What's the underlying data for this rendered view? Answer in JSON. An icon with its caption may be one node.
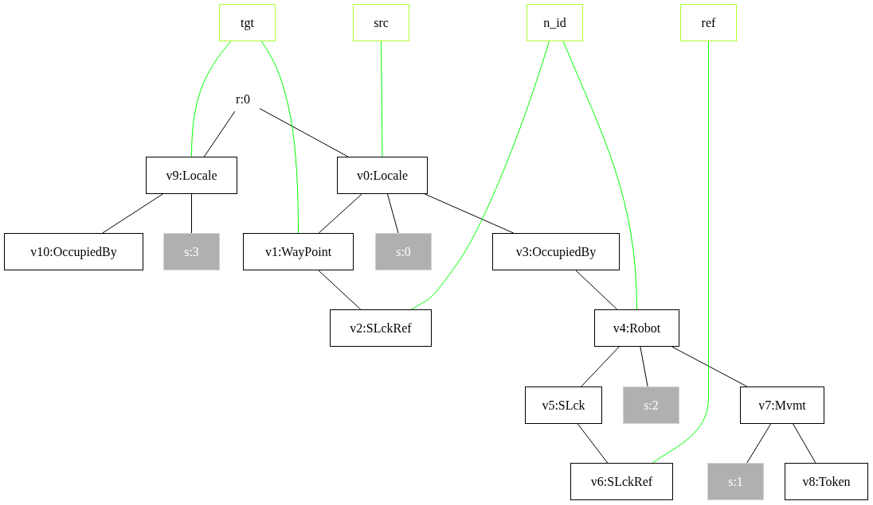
{
  "diagram": {
    "nodes": [
      {
        "text": [
          "tgt"
        ]
      },
      {
        "text": [
          "src"
        ]
      },
      {
        "text": [
          "n_id"
        ]
      },
      {
        "text": [
          "ref"
        ]
      },
      {
        "text": [
          "r:0"
        ]
      },
      {
        "text": [
          "v9:Locale"
        ]
      },
      {
        "text": [
          "v0:Locale"
        ]
      },
      {
        "text": [
          "v10:OccupiedBy"
        ]
      },
      {
        "text": [
          "s:3"
        ]
      },
      {
        "text": [
          "v1:WayPoint"
        ]
      },
      {
        "text": [
          "s:0"
        ]
      },
      {
        "text": [
          "v3:OccupiedBy"
        ]
      },
      {
        "text": [
          "v2:SLckRef"
        ]
      },
      {
        "text": [
          "v4:Robot"
        ]
      },
      {
        "text": [
          "v5:SLck"
        ]
      },
      {
        "text": [
          "s:2"
        ]
      },
      {
        "text": [
          "v7:Mvmt"
        ]
      },
      {
        "text": [
          "v6:SLckRef"
        ]
      },
      {
        "text": [
          "s:1"
        ]
      },
      {
        "text": [
          "v8:Token"
        ]
      }
    ],
    "edges": [
      {
        "from": 4,
        "to": 5,
        "arrow": "none"
      },
      {
        "from": 4,
        "to": 6,
        "arrow": "none"
      },
      {
        "from": 5,
        "to": 7,
        "arrow": "none"
      },
      {
        "from": 5,
        "to": 8,
        "arrow": "none"
      },
      {
        "from": 6,
        "to": 9,
        "arrow": "none"
      },
      {
        "from": 6,
        "to": 10,
        "arrow": "none"
      },
      {
        "from": 6,
        "to": 11,
        "arrow": "none"
      },
      {
        "from": 9,
        "to": 12,
        "arrow": "none"
      },
      {
        "from": 11,
        "to": 13,
        "arrow": "none"
      },
      {
        "from": 13,
        "to": 14,
        "arrow": "none"
      },
      {
        "from": 13,
        "to": 15,
        "arrow": "none"
      },
      {
        "from": 13,
        "to": 16,
        "arrow": "none"
      },
      {
        "from": 14,
        "to": 17,
        "arrow": "none"
      },
      {
        "from": 16,
        "to": 18,
        "arrow": "none"
      },
      {
        "from": 16,
        "to": 19,
        "arrow": "none"
      },
      {
        "from": 0,
        "to": 5,
        "arrow": "none",
        "color": "#00ff00"
      },
      {
        "from": 0,
        "to": 9,
        "arrow": "none",
        "color": "#00ff00"
      },
      {
        "from": 1,
        "to": 6,
        "arrow": "none",
        "color": "#00ff00"
      },
      {
        "from": 2,
        "to": 12,
        "arrow": "none",
        "color": "#00ff00"
      },
      {
        "from": 2,
        "to": 13,
        "arrow": "none",
        "color": "#00ff00"
      },
      {
        "from": 3,
        "to": 17,
        "arrow": "none",
        "color": "#00ff00"
      }
    ]
  }
}
